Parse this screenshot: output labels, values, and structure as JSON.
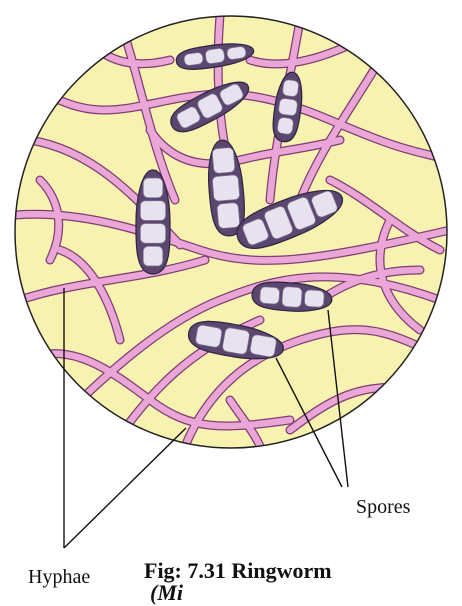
{
  "figure": {
    "labels": {
      "spores": "Spores",
      "hyphae": "Hyphae"
    },
    "caption": "Fig: 7.31 Ringworm",
    "caption_cont": "(Mi"
  },
  "colors": {
    "background_field": "#f7f2b0",
    "hypha_fill": "#e9a6d6",
    "hypha_outline": "#7f3d73",
    "spore_wall": "#5a466e",
    "spore_cell": "#e6e2ee",
    "circle_outline": "#222222"
  }
}
